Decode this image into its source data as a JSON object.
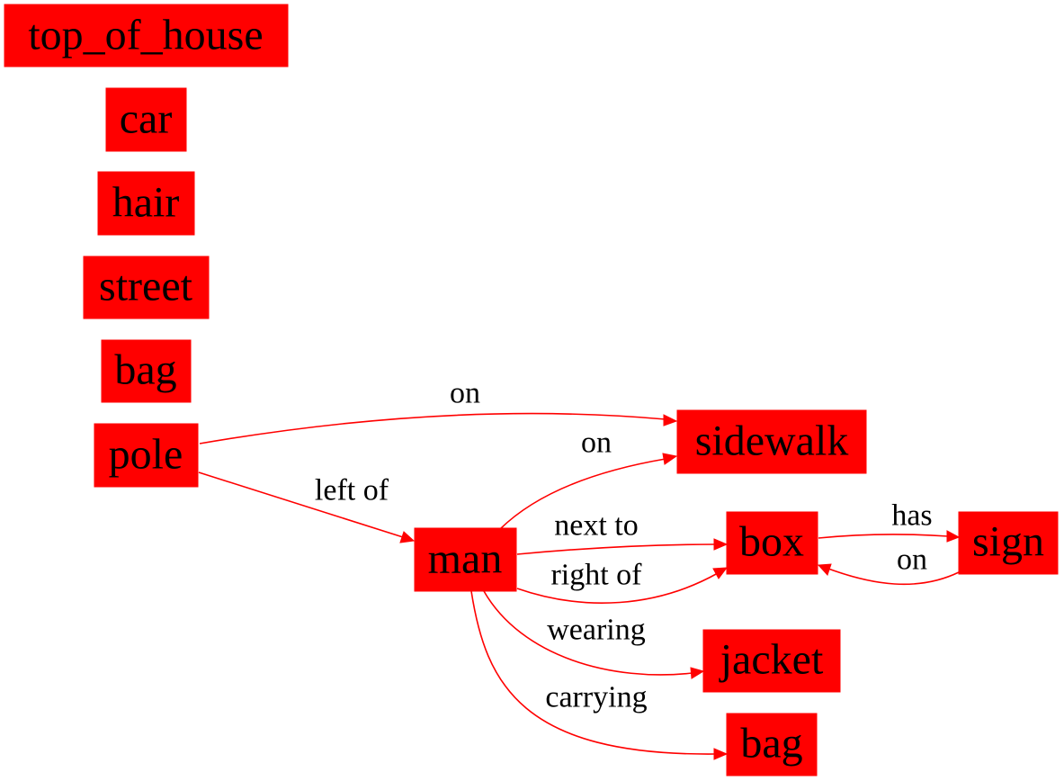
{
  "diagram": {
    "node_fill": "#ff0000",
    "edge_color": "#ff0000",
    "text_color": "#000000",
    "nodes": [
      {
        "id": "top_of_house",
        "label": "top_of_house"
      },
      {
        "id": "car",
        "label": "car"
      },
      {
        "id": "hair",
        "label": "hair"
      },
      {
        "id": "street",
        "label": "street"
      },
      {
        "id": "bag1",
        "label": "bag"
      },
      {
        "id": "pole",
        "label": "pole"
      },
      {
        "id": "sidewalk",
        "label": "sidewalk"
      },
      {
        "id": "man",
        "label": "man"
      },
      {
        "id": "box",
        "label": "box"
      },
      {
        "id": "sign",
        "label": "sign"
      },
      {
        "id": "jacket",
        "label": "jacket"
      },
      {
        "id": "bag2",
        "label": "bag"
      }
    ],
    "edges": [
      {
        "from": "pole",
        "to": "sidewalk",
        "label": "on"
      },
      {
        "from": "pole",
        "to": "man",
        "label": "left of"
      },
      {
        "from": "man",
        "to": "sidewalk",
        "label": "on"
      },
      {
        "from": "man",
        "to": "box",
        "label": "next to"
      },
      {
        "from": "man",
        "to": "box",
        "label": "right of"
      },
      {
        "from": "box",
        "to": "sign",
        "label": "has"
      },
      {
        "from": "sign",
        "to": "box",
        "label": "on"
      },
      {
        "from": "man",
        "to": "jacket",
        "label": "wearing"
      },
      {
        "from": "man",
        "to": "bag2",
        "label": "carrying"
      }
    ]
  }
}
